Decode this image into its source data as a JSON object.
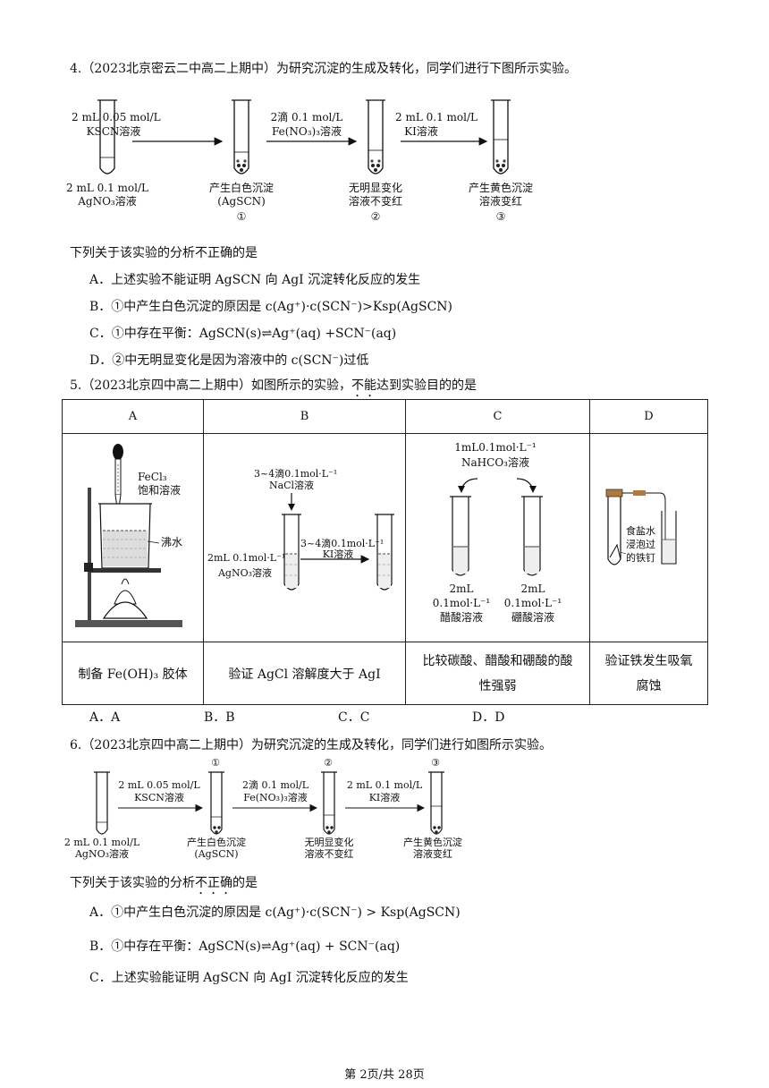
{
  "q4": {
    "stem": "4.（2023北京密云二中高二上期中）为研究沉淀的生成及转化，同学们进行下图所示实验。",
    "tube0_label_1": "2 mL 0.1 mol/L",
    "tube0_label_2": "AgNO₃溶液",
    "arrow1_top": "2 mL 0.05 mol/L",
    "arrow1_bot": "KSCN溶液",
    "arrow2_top": "2滴 0.1 mol/L",
    "arrow2_bot": "Fe(NO₃)₃溶液",
    "arrow3_top": "2 mL 0.1 mol/L",
    "arrow3_bot": "KI溶液",
    "tube1_label_1": "产生白色沉淀",
    "tube1_label_2": "(AgSCN)",
    "tube1_num": "①",
    "tube2_label_1": "无明显变化",
    "tube2_label_2": "溶液不变红",
    "tube2_num": "②",
    "tube3_label_1": "产生黄色沉淀",
    "tube3_label_2": "溶液变红",
    "tube3_num": "③",
    "question": "下列关于该实验的分析不正确的是",
    "optA": "A．上述实验不能证明 AgSCN 向 AgI 沉淀转化反应的发生",
    "optB": "B．①中产生白色沉淀的原因是 c(Ag⁺)·c(SCN⁻)>Ksp(AgSCN)",
    "optC": "C．①中存在平衡：AgSCN(s)⇌Ag⁺(aq) +SCN⁻(aq)",
    "optD": "D．②中无明显变化是因为溶液中的 c(SCN⁻)过低"
  },
  "q5": {
    "stem_pre": "5.（2023北京四中高二上期中）如图所示的实验，",
    "stem_emph": "不能",
    "stem_post": "达到实验目的的是",
    "headers": [
      "A",
      "B",
      "C",
      "D"
    ],
    "a_label_1": "FeCl₃",
    "a_label_2": "饱和溶液",
    "a_label_3": "沸水",
    "b_top_1": "3~4滴0.1mol·L⁻¹",
    "b_top_2": "NaCl溶液",
    "b_arrow_1": "3~4滴0.1mol·L⁻¹",
    "b_arrow_2": "KI溶液",
    "b_left_1": "2mL 0.1mol·L⁻¹",
    "b_left_2": "AgNO₃溶液",
    "c_top_1": "1mL0.1mol·L⁻¹",
    "c_top_2": "NaHCO₃溶液",
    "c_l1": "2mL",
    "c_l2": "0.1mol·L⁻¹",
    "c_l3": "醋酸溶液",
    "c_r1": "2mL",
    "c_r2": "0.1mol·L⁻¹",
    "c_r3": "硼酸溶液",
    "d_label_1": "食盐水",
    "d_label_2": "浸泡过",
    "d_label_3": "的铁钉",
    "purpose_a": "制备 Fe(OH)₃ 胶体",
    "purpose_b": "验证 AgCl 溶解度大于 AgI",
    "purpose_c_1": "比较碳酸、醋酸和硼酸的酸",
    "purpose_c_2": "性强弱",
    "purpose_d_1": "验证铁发生吸氧",
    "purpose_d_2": "腐蚀",
    "choices": [
      "A．A",
      "B．B",
      "C．C",
      "D．D"
    ]
  },
  "q6": {
    "stem": "6.（2023北京四中高二上期中）为研究沉淀的生成及转化，同学们进行如图所示实验。",
    "tube0_label_1": "2 mL 0.1 mol/L",
    "tube0_label_2": "AgNO₃溶液",
    "arrow1_top": "2 mL 0.05 mol/L",
    "arrow1_bot": "KSCN溶液",
    "arrow2_top": "2滴 0.1 mol/L",
    "arrow2_bot": "Fe(NO₃)₃溶液",
    "arrow3_top": "2 mL 0.1 mol/L",
    "arrow3_bot": "KI溶液",
    "num1": "①",
    "num2": "②",
    "num3": "③",
    "tube1_label_1": "产生白色沉淀",
    "tube1_label_2": "(AgSCN)",
    "tube2_label_1": "无明显变化",
    "tube2_label_2": "溶液不变红",
    "tube3_label_1": "产生黄色沉淀",
    "tube3_label_2": "溶液变红",
    "question_pre": "下列关于该实验的分析",
    "question_emph": "不正确",
    "question_post": "的是",
    "optA": "A．①中产生白色沉淀的原因是 c(Ag⁺)·c(SCN⁻) > Ksp(AgSCN)",
    "optB": "B．①中存在平衡：AgSCN(s)⇌Ag⁺(aq) + SCN⁻(aq)",
    "optC": "C．上述实验能证明 AgSCN 向 AgI 沉淀转化反应的发生"
  },
  "footer": "第 2页/共 28页"
}
